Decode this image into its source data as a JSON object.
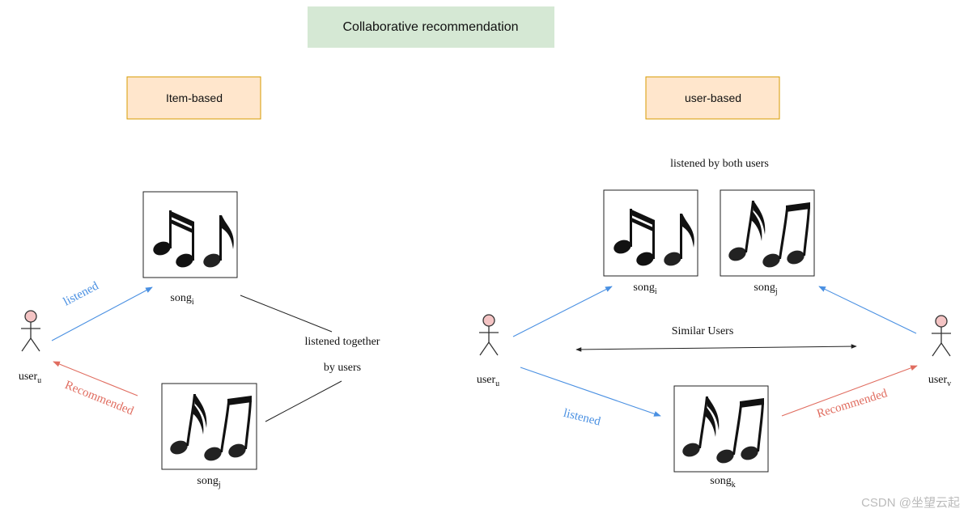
{
  "title": "Collaborative recommendation",
  "item_based": {
    "label": "Item-based",
    "user": {
      "name": "user",
      "sub": "u"
    },
    "song_top": {
      "name": "song",
      "sub": "i"
    },
    "song_bottom": {
      "name": "song",
      "sub": "j"
    },
    "listened_label": "listened",
    "recommended_label": "Recommended",
    "together_line1": "listened together",
    "together_line2": "by users"
  },
  "user_based": {
    "label": "user-based",
    "both_users_label": "listened by both users",
    "song_left": {
      "name": "song",
      "sub": "i"
    },
    "song_right": {
      "name": "song",
      "sub": "j"
    },
    "song_bottom": {
      "name": "song",
      "sub": "k"
    },
    "user_left": {
      "name": "user",
      "sub": "u"
    },
    "user_right": {
      "name": "user",
      "sub": "v"
    },
    "similar_label": "Similar Users",
    "listened_label": "listened",
    "recommended_label": "Recommended"
  },
  "watermark": "CSDN @坐望云起",
  "colors": {
    "title_fill": "#d5e8d4",
    "section_fill": "#ffe6cc",
    "section_stroke": "#d79b00",
    "listened": "#4a90e2",
    "recommended": "#e06c5f",
    "head_fill": "#f4c4c4"
  },
  "icons": {
    "music_a": "beamed-eighth-notes-icon",
    "music_b": "beamed-sixteenth-notes-icon",
    "person": "stick-figure-icon"
  }
}
